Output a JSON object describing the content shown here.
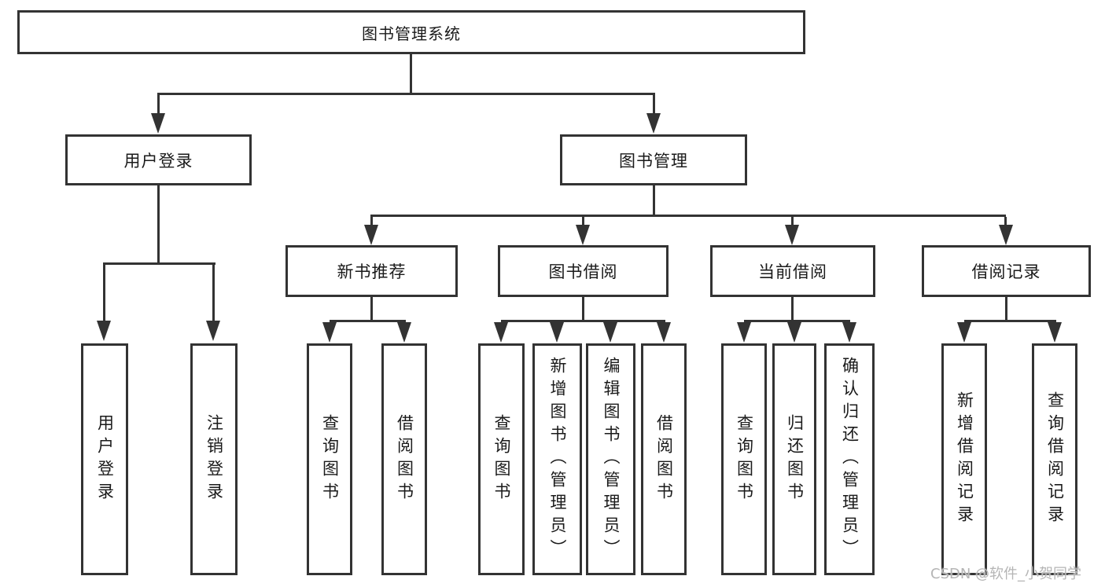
{
  "tree": {
    "label": "图书管理系统",
    "children": [
      {
        "label": "用户登录",
        "children": [
          {
            "label": "用户登录"
          },
          {
            "label": "注销登录"
          }
        ]
      },
      {
        "label": "图书管理",
        "children": [
          {
            "label": "新书推荐",
            "children": [
              {
                "label": "查询图书"
              },
              {
                "label": "借阅图书"
              }
            ]
          },
          {
            "label": "图书借阅",
            "children": [
              {
                "label": "查询图书"
              },
              {
                "label": "新增图书（管理员）"
              },
              {
                "label": "编辑图书（管理员）"
              },
              {
                "label": "借阅图书"
              }
            ]
          },
          {
            "label": "当前借阅",
            "children": [
              {
                "label": "查询图书"
              },
              {
                "label": "归还图书"
              },
              {
                "label": "确认归还（管理员）"
              }
            ]
          },
          {
            "label": "借阅记录",
            "children": [
              {
                "label": "新增借阅记录"
              },
              {
                "label": "查询借阅记录"
              }
            ]
          }
        ]
      }
    ]
  },
  "watermark": {
    "text": "CSDN @软件_小贺同学"
  },
  "colors": {
    "line": "#333333",
    "box_border": "#333333",
    "box_background": "#ffffff",
    "text": "#1a1a1a",
    "watermark_text": "#b5b5b5",
    "page_background": "#ffffff"
  }
}
